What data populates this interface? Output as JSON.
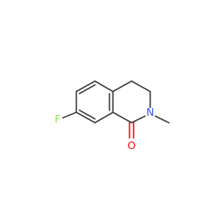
{
  "molecule": {
    "atoms": {
      "fluorine": {
        "label": "F",
        "color": "#90e050"
      },
      "nitrogen": {
        "label": "N",
        "color": "#3050f8"
      },
      "oxygen": {
        "label": "O",
        "color": "#ff0d0d"
      }
    },
    "bond_color": "#404040"
  }
}
